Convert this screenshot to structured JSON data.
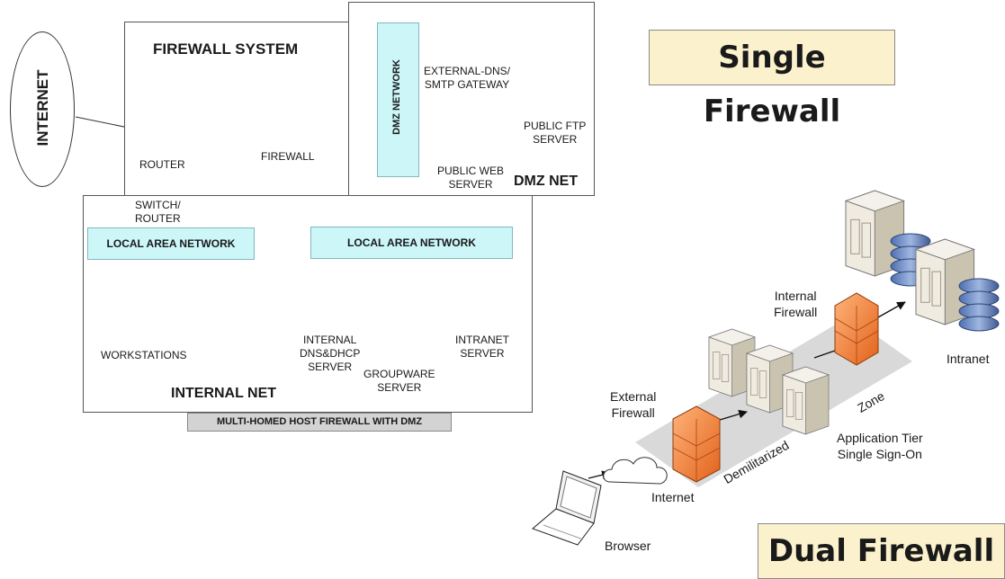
{
  "single": {
    "internet_label": "INTERNET",
    "firewall_system_title": "FIREWALL SYSTEM",
    "router_label": "ROUTER",
    "firewall_label": "FIREWALL",
    "switch_router_label": [
      "SWITCH/",
      "ROUTER"
    ],
    "dmz_network_label": "DMZ NETWORK",
    "ext_dns_label": [
      "EXTERNAL-DNS/",
      "SMTP GATEWAY"
    ],
    "public_ftp_label": [
      "PUBLIC FTP",
      "SERVER"
    ],
    "public_web_label": [
      "PUBLIC WEB",
      "SERVER"
    ],
    "dmz_net_title": "DMZ NET",
    "lan_left_label": "LOCAL AREA NETWORK",
    "lan_right_label": "LOCAL AREA NETWORK",
    "workstations_label": "WORKSTATIONS",
    "internal_dns_label": [
      "INTERNAL",
      "DNS&DHCP",
      "SERVER"
    ],
    "groupware_label": [
      "GROUPWARE",
      "SERVER"
    ],
    "intranet_server_label": [
      "INTRANET",
      "SERVER"
    ],
    "internal_net_title": "INTERNAL NET",
    "caption": "MULTI-HOMED HOST FIREWALL WITH DMZ"
  },
  "callouts": {
    "single_firewall": "Single Firewall",
    "dual_firewall": "Dual Firewall"
  },
  "dual": {
    "internal_firewall": [
      "Internal",
      "Firewall"
    ],
    "external_firewall": [
      "External",
      "Firewall"
    ],
    "intranet": "Intranet",
    "zone": "Zone",
    "demilitarized": "Demilitarized",
    "app_tier": [
      "Application Tier",
      "Single Sign-On"
    ],
    "internet": "Internet",
    "browser": "Browser"
  },
  "colors": {
    "firewall_orange": "#f47a2c",
    "lan_cyan": "#ccf6f8",
    "callout_bg": "#fbf2cd",
    "zone_gray": "#d9d9d9",
    "server_beige": "#ece6d6"
  }
}
